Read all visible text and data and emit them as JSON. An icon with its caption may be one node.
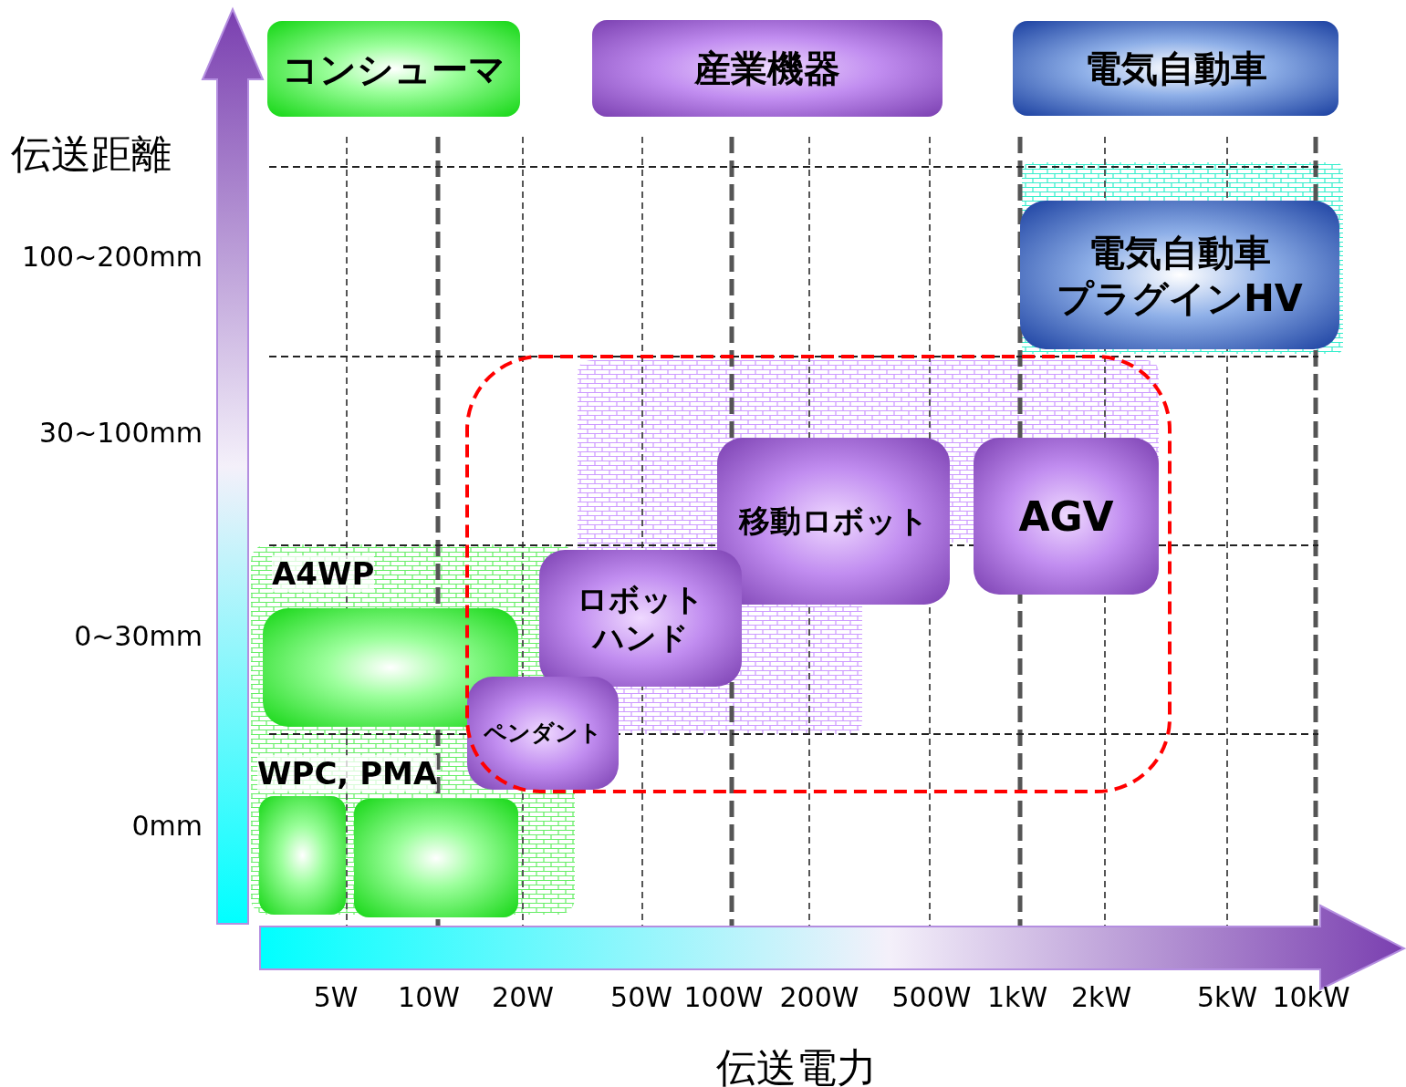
{
  "diagram": {
    "nodes": [
      {
        "text": [
          "コンシューマ"
        ]
      },
      {
        "text": [
          "産業機器"
        ]
      },
      {
        "text": [
          "電気自動車"
        ]
      },
      {
        "text": [
          "電気自動車",
          "プラグインHV"
        ]
      },
      {
        "text": [
          "移動ロボット"
        ]
      },
      {
        "text": [
          "AGV"
        ]
      },
      {
        "text": [
          "ロボットハンド"
        ]
      },
      {
        "text": [
          "ペンダント"
        ]
      },
      {
        "text": [
          "A4WP"
        ]
      },
      {
        "text": [],
        "shape": "box"
      },
      {
        "text": [],
        "shape": "box"
      }
    ],
    "labels": [
      "伝送距離",
      "100~200mm",
      "30~100mm",
      "0~30mm",
      "0mm",
      "WPC, PMA",
      "5W",
      "10W",
      "20W",
      "50W",
      "100W",
      "200W",
      "500W",
      "1kW",
      "2kW",
      "5kW",
      "10kW",
      "伝送電力"
    ]
  }
}
